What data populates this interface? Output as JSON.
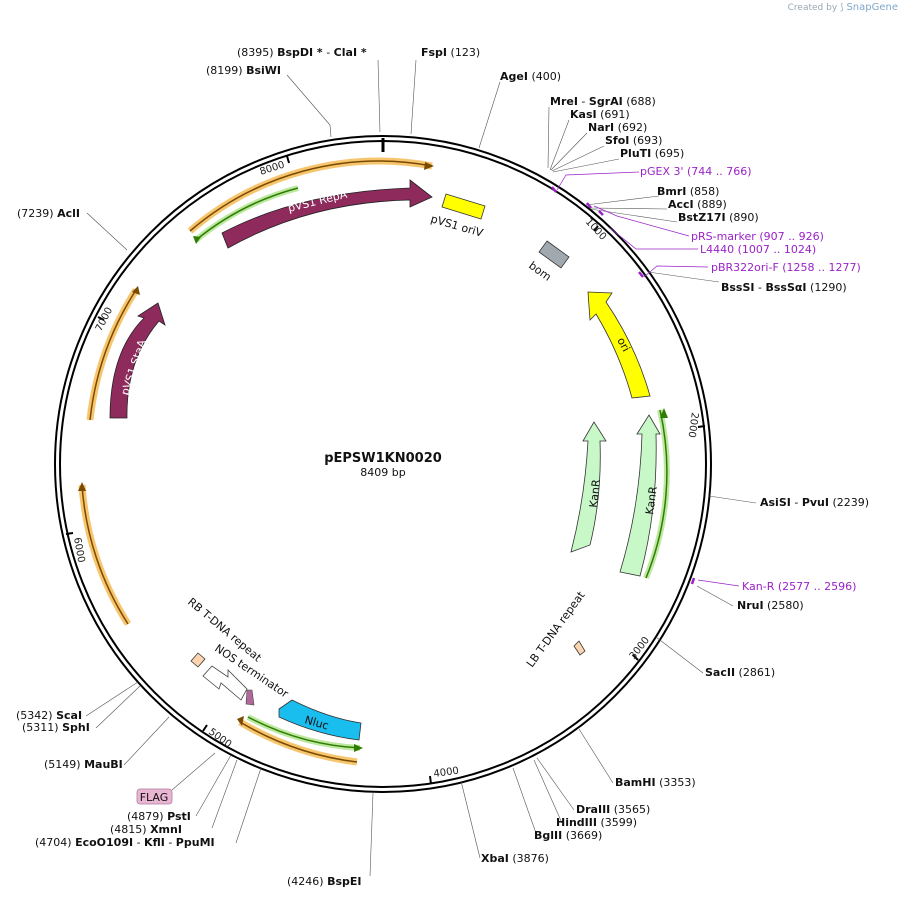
{
  "brand": {
    "created_by": "Created by",
    "name": "SnapGene"
  },
  "plasmid": {
    "name": "pEPSW1KN0020",
    "size_label": "8409 bp",
    "length": 8409
  },
  "ticks": [
    {
      "pos": 1000,
      "label": "1000"
    },
    {
      "pos": 2000,
      "label": "2000"
    },
    {
      "pos": 3000,
      "label": "3000"
    },
    {
      "pos": 4000,
      "label": "4000"
    },
    {
      "pos": 5000,
      "label": "5000"
    },
    {
      "pos": 6000,
      "label": "6000"
    },
    {
      "pos": 7000,
      "label": "7000"
    },
    {
      "pos": 8000,
      "label": "8000"
    }
  ],
  "sites": [
    {
      "text": "(8395)  BspDI *  -  ClaI *"
    },
    {
      "text": "FspI  (123)"
    },
    {
      "text": "(8199)  BsiWI"
    },
    {
      "text": "AgeI  (400)"
    },
    {
      "text": "MreI  -  SgrAI  (688)"
    },
    {
      "text": "KasI  (691)"
    },
    {
      "text": "NarI  (692)"
    },
    {
      "text": "SfoI  (693)"
    },
    {
      "text": "PluTI  (695)"
    },
    {
      "text": "BmrI  (858)"
    },
    {
      "text": "AccI  (889)"
    },
    {
      "text": "BstZ17I  (890)"
    },
    {
      "text": "BssSI  -  BssSαI  (1290)"
    },
    {
      "text": "(7239)  AclI"
    },
    {
      "text": "AsiSI  -  PvuI  (2239)"
    },
    {
      "text": "NruI  (2580)"
    },
    {
      "text": "SacII  (2861)"
    },
    {
      "text": "BamHI  (3353)"
    },
    {
      "text": "DraIII  (3565)"
    },
    {
      "text": "HindIII  (3599)"
    },
    {
      "text": "BglII  (3669)"
    },
    {
      "text": "XbaI  (3876)"
    },
    {
      "text": "(4246)  BspEI"
    },
    {
      "text": "(4704)  EcoO109I  -  KflI  -  PpuMI"
    },
    {
      "text": "(4815)  XmnI"
    },
    {
      "text": "(4879)  PstI"
    },
    {
      "text": "(5149)  MauBI"
    },
    {
      "text": "(5311)  SphI"
    },
    {
      "text": "(5342)  ScaI"
    }
  ],
  "primers": [
    {
      "text": "pGEX 3'  (744 .. 766)"
    },
    {
      "text": "pRS-marker  (907 .. 926)"
    },
    {
      "text": "L4440  (1007 .. 1024)"
    },
    {
      "text": "pBR322ori-F  (1258 .. 1277)"
    },
    {
      "text": "Kan-R  (2577 .. 2596)"
    }
  ],
  "features": [
    {
      "name": "pVS1 RepA",
      "color": "#8e2b5c"
    },
    {
      "name": "pVS1 oriV",
      "color": "#ffff00"
    },
    {
      "name": "bom",
      "color": "#a0a8b0"
    },
    {
      "name": "ori",
      "color": "#ffff00"
    },
    {
      "name": "KanR",
      "color": "#c8f7c8"
    },
    {
      "name": "KanR",
      "color": "#c8f7c8"
    },
    {
      "name": "pVS1 StaA",
      "color": "#8e2b5c"
    },
    {
      "name": "LB T-DNA repeat",
      "color": "#fcd5b0"
    },
    {
      "name": "RB T-DNA repeat",
      "color": "#fcd5b0"
    },
    {
      "name": "NOS terminator",
      "color": "#ffffff"
    },
    {
      "name": "Nluc",
      "color": "#19bdee"
    },
    {
      "name": "FLAG",
      "color": "#e8b6d2"
    }
  ]
}
